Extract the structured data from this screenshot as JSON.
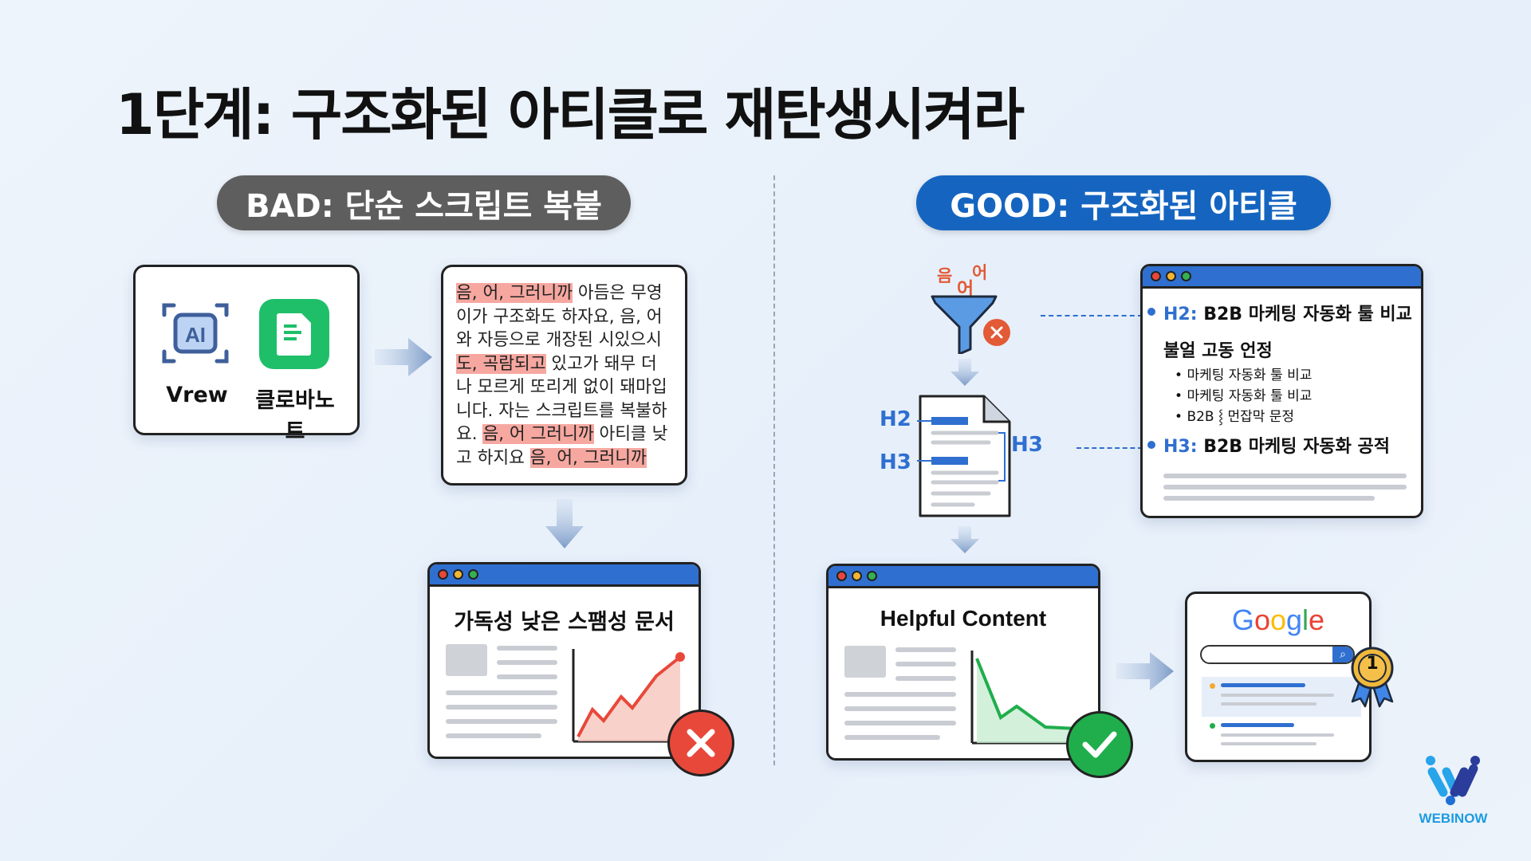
{
  "title": "1단계: 구조화된 아티클로 재탄생시켜라",
  "bad": {
    "label": "BAD: 단순 스크립트 복붙",
    "tools": [
      {
        "name": "Vrew",
        "icon": "ai-icon"
      },
      {
        "name": "클로바노트",
        "icon": "document-icon"
      }
    ],
    "script_lines": [
      [
        {
          "t": "음, 어, 그러니까",
          "hl": true
        },
        {
          "t": " 아듬은 무영"
        }
      ],
      [
        {
          "t": "이가 구조화도 하자요, 음, 어"
        }
      ],
      [
        {
          "t": "와 자등으로 개장된 시있으시"
        }
      ],
      [
        {
          "t": "도, 곡람되고",
          "hl": true
        },
        {
          "t": " 있고가 돼무 더"
        }
      ],
      [
        {
          "t": "나 모르게 또리게 없이 돼마입"
        }
      ],
      [
        {
          "t": "니다. 자는 스크립트를 복불하"
        }
      ],
      [
        {
          "t": "요. "
        },
        {
          "t": "음, 어 그러니까",
          "hl": true
        },
        {
          "t": " 아티클 낮"
        }
      ],
      [
        {
          "t": "고 하지요 "
        },
        {
          "t": "음, 어, 그러니까",
          "hl": true
        }
      ]
    ],
    "result_title": "가독성 낮은 스팸성 문서"
  },
  "good": {
    "label": "GOOD: 구조화된 아티클",
    "filler_words": [
      "음",
      "어",
      "어"
    ],
    "doc_labels": {
      "h2": "H2",
      "h3_left": "H3",
      "h3_right": "H3"
    },
    "outline": {
      "h2_tag": "H2:",
      "h2_text": "B2B 마케팅 자동화 툴 비교",
      "sub": "불얼 고동 언정",
      "bullets": [
        "마케팅 자동화 툴 비교",
        "마케팅 자동화 툴 비교",
        "B2B ⸾ 먼잡막 문정"
      ],
      "h3_tag": "H3:",
      "h3_text": "B2B 마케팅 자동화 공적"
    },
    "result_title": "Helpful Content",
    "google": {
      "logo": "Google",
      "rank": "1"
    }
  },
  "brand": "WEBINOW",
  "colors": {
    "bad": "#5e5e5e",
    "good": "#1565c0",
    "red": "#e8483a",
    "green": "#1fae4b"
  }
}
